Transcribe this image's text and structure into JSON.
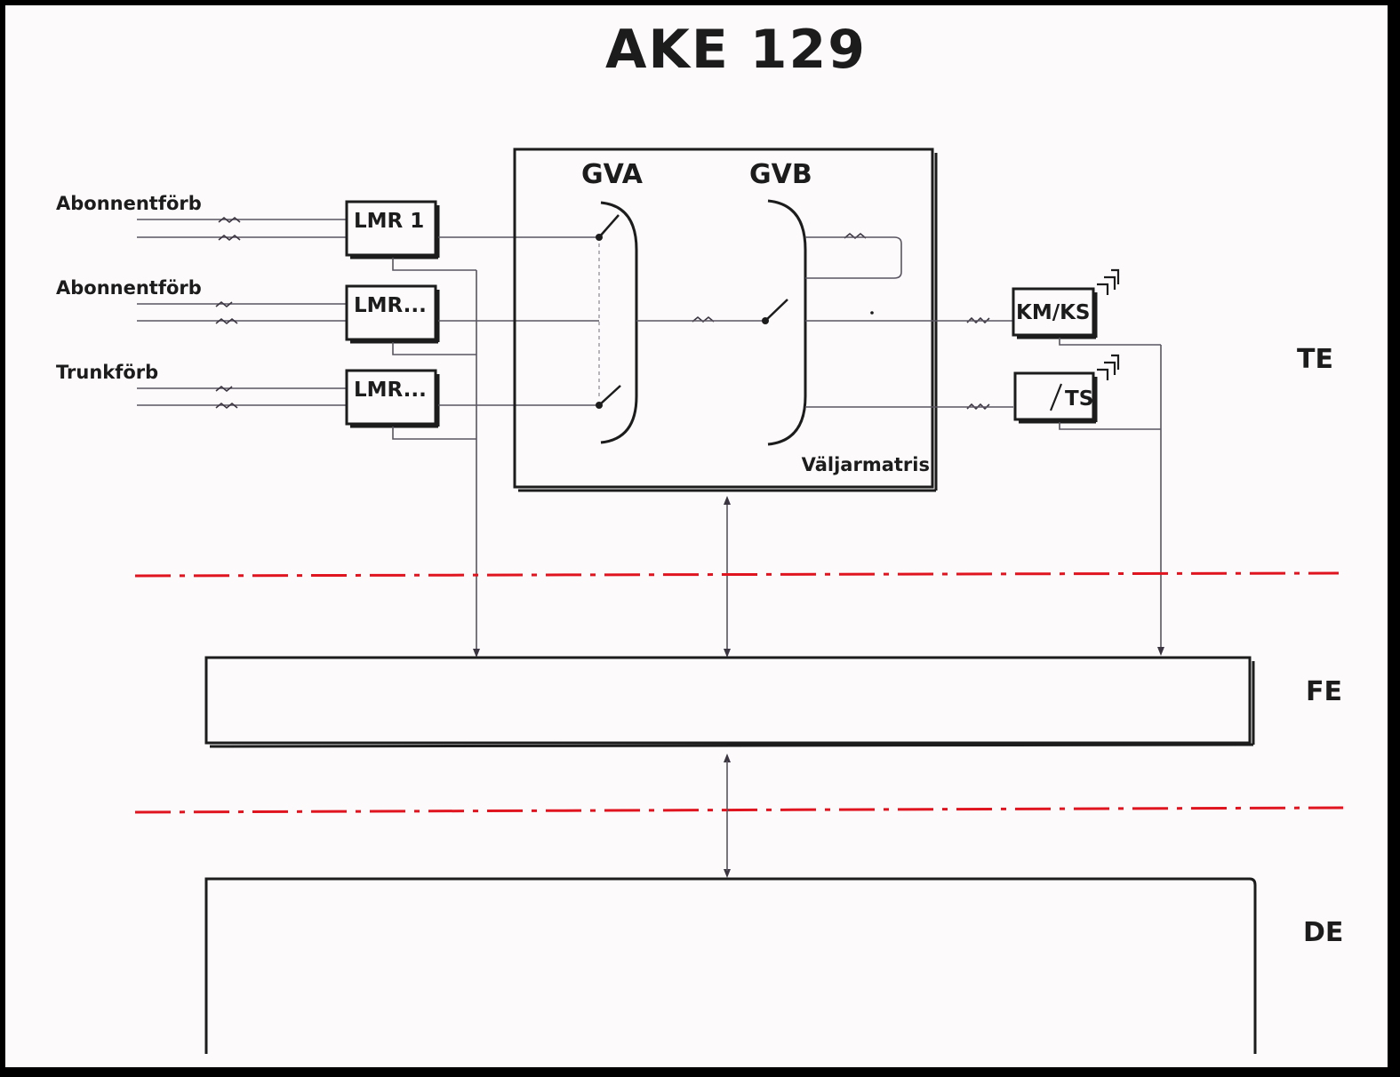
{
  "title": "AKE 129",
  "inputs": [
    "Abonnentförb",
    "Abonnentförb",
    "Trunkförb"
  ],
  "line_modules": [
    "LMR 1",
    "LMR...",
    "LMR..."
  ],
  "matrix": {
    "stage_a": "GVA",
    "stage_b": "GVB",
    "caption": "Väljarmatris"
  },
  "peripherals": [
    "KM/KS",
    "TS"
  ],
  "levels": [
    "TE",
    "FE",
    "DE"
  ],
  "colors": {
    "line": "#1c1c1c",
    "thin_line": "#5a5560",
    "boundary": "#e0141e",
    "paper": "#fdfafc"
  }
}
